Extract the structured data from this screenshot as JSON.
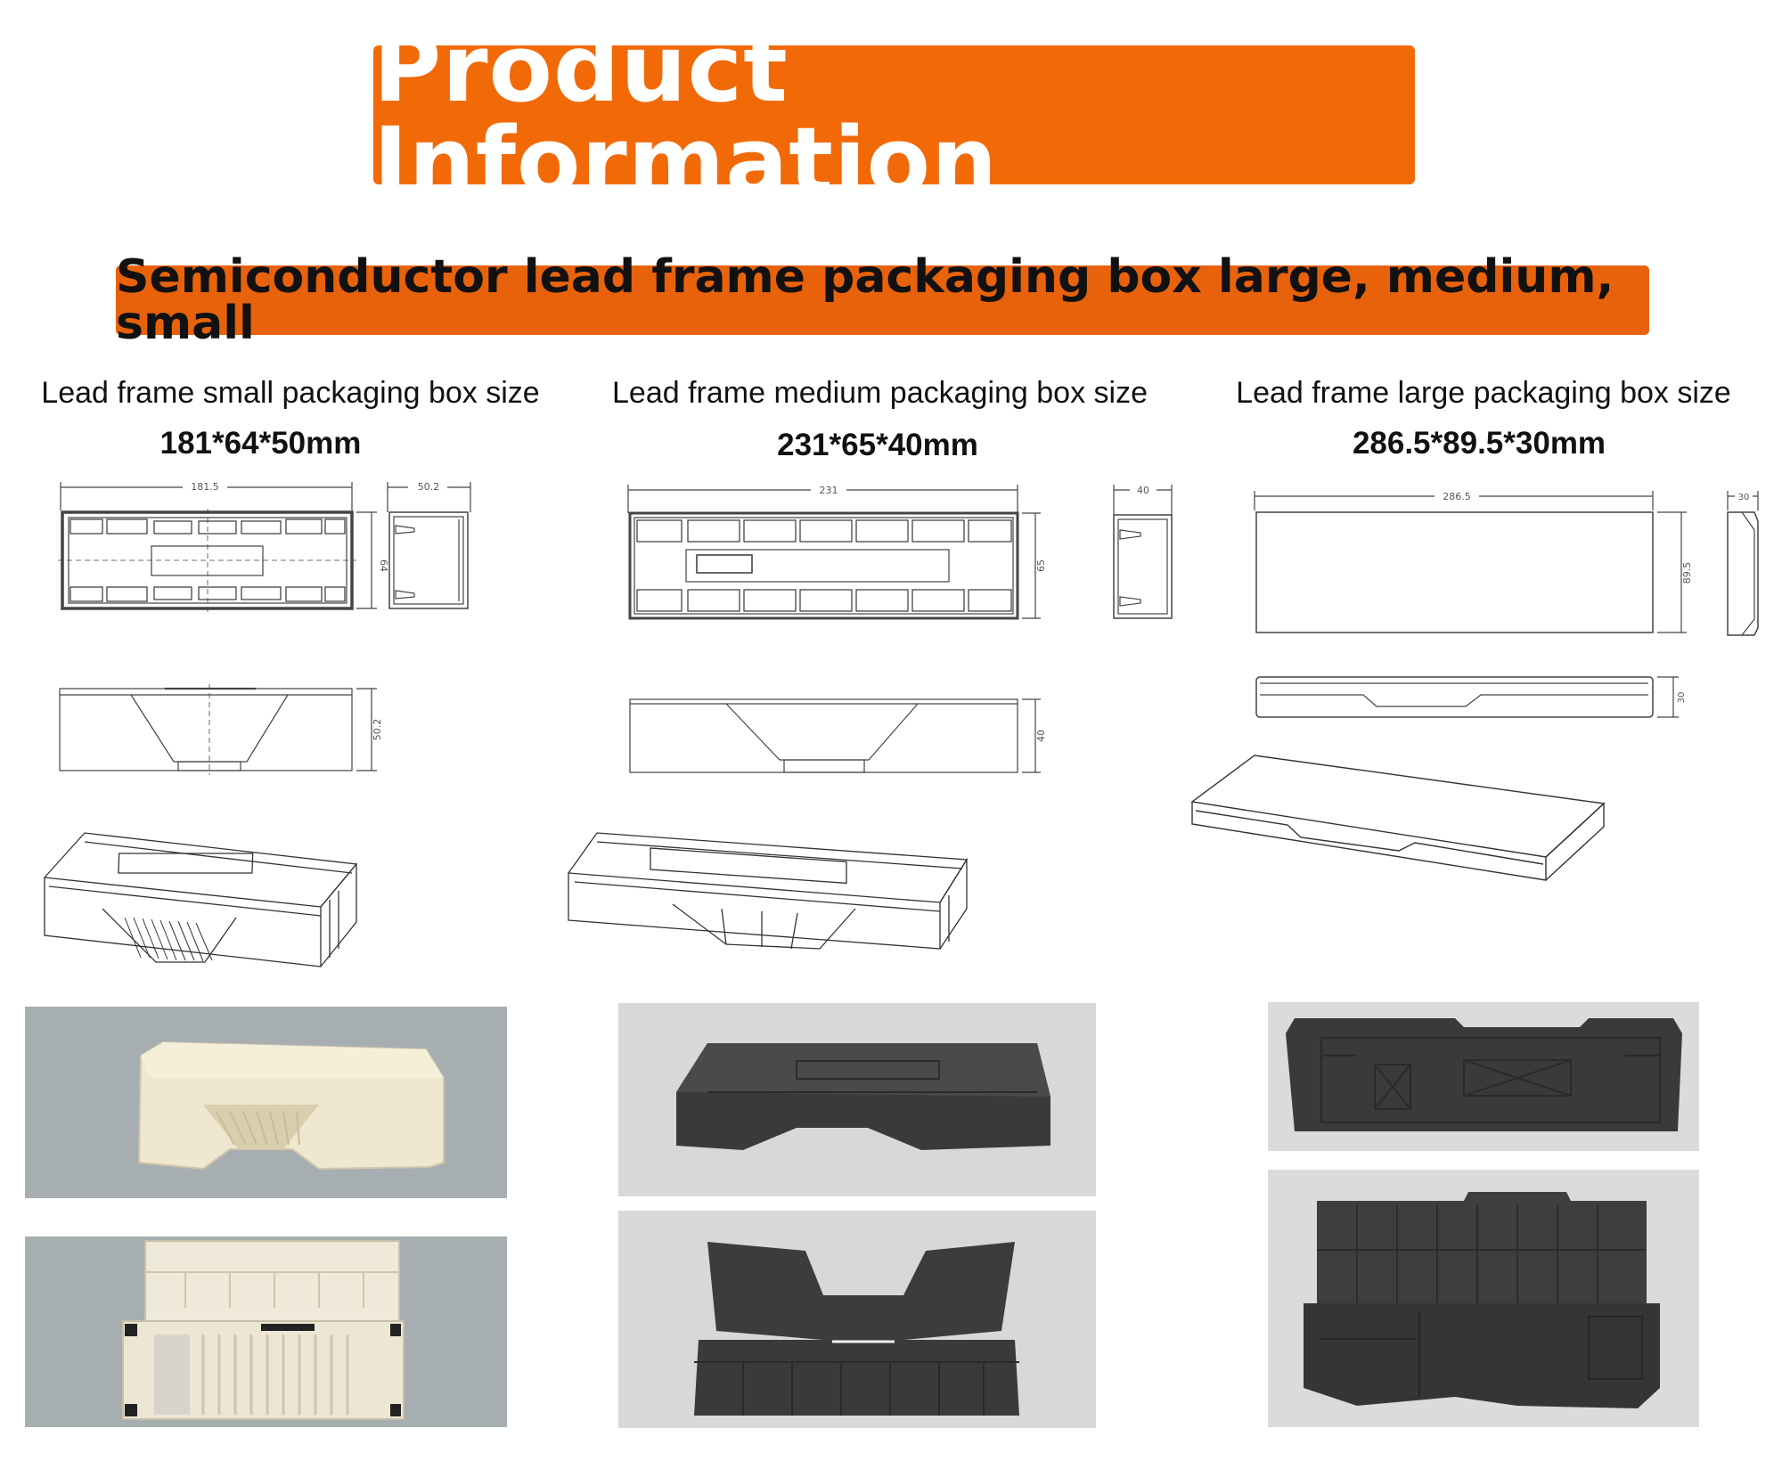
{
  "header": {
    "title": "Product Information"
  },
  "subheader": {
    "title": "Semiconductor lead frame packaging box large, medium, small"
  },
  "columns": [
    {
      "label": "Lead frame small packaging box size",
      "size": "181*64*50mm",
      "dims": {
        "length": "181.5",
        "width": "64",
        "height_side": "50.2",
        "height_front": "50.2"
      }
    },
    {
      "label": "Lead frame medium packaging box size",
      "size": "231*65*40mm",
      "dims": {
        "length": "231",
        "width": "65",
        "height_side": "40",
        "height_front": "40"
      }
    },
    {
      "label": "Lead frame large packaging box size",
      "size": "286.5*89.5*30mm",
      "dims": {
        "length": "286.5",
        "width": "89.5",
        "height_side": "30",
        "height_front": "30"
      }
    }
  ],
  "colors": {
    "banner": "#f26a07",
    "subbanner": "#e8620c",
    "small_box": "#efe7cf",
    "dark_box": "#3a3a3c",
    "photo_bg_small": "#a7aeb2",
    "photo_bg_medium": "#d6d8d9",
    "photo_bg_large": "#d9dbdc"
  }
}
